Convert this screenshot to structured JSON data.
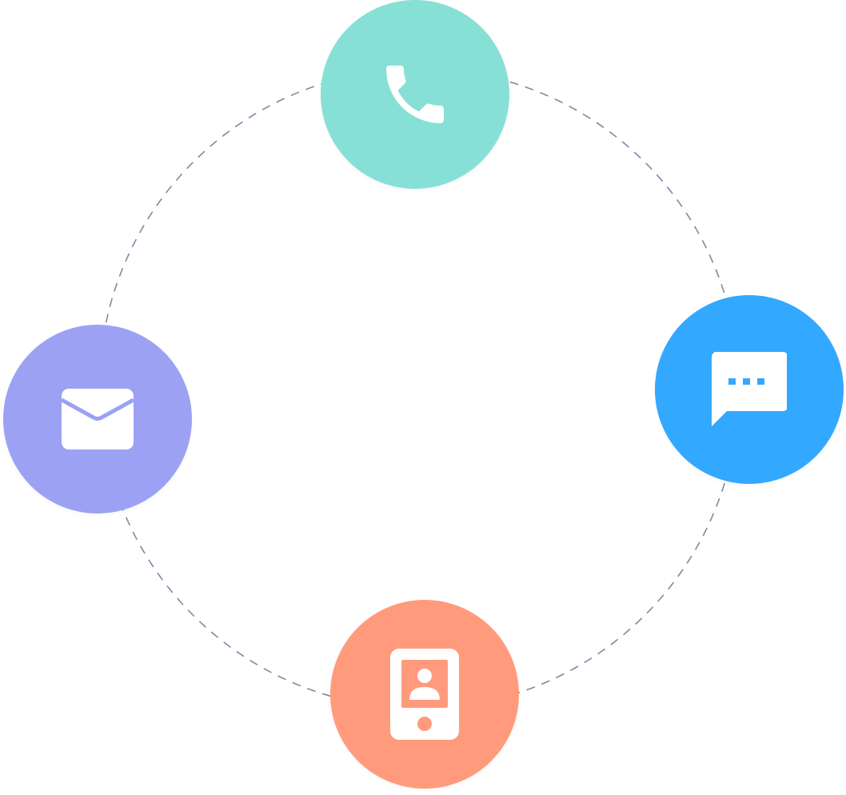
{
  "nodes": [
    {
      "id": "phone",
      "icon": "phone-icon",
      "color": "#86e0d5"
    },
    {
      "id": "chat",
      "icon": "chat-bubble-icon",
      "color": "#33a8ff"
    },
    {
      "id": "contact",
      "icon": "contact-device-icon",
      "color": "#ff9b7c"
    },
    {
      "id": "mail",
      "icon": "envelope-icon",
      "color": "#9ca1f4"
    }
  ],
  "ring_color": "#7d8aa3"
}
